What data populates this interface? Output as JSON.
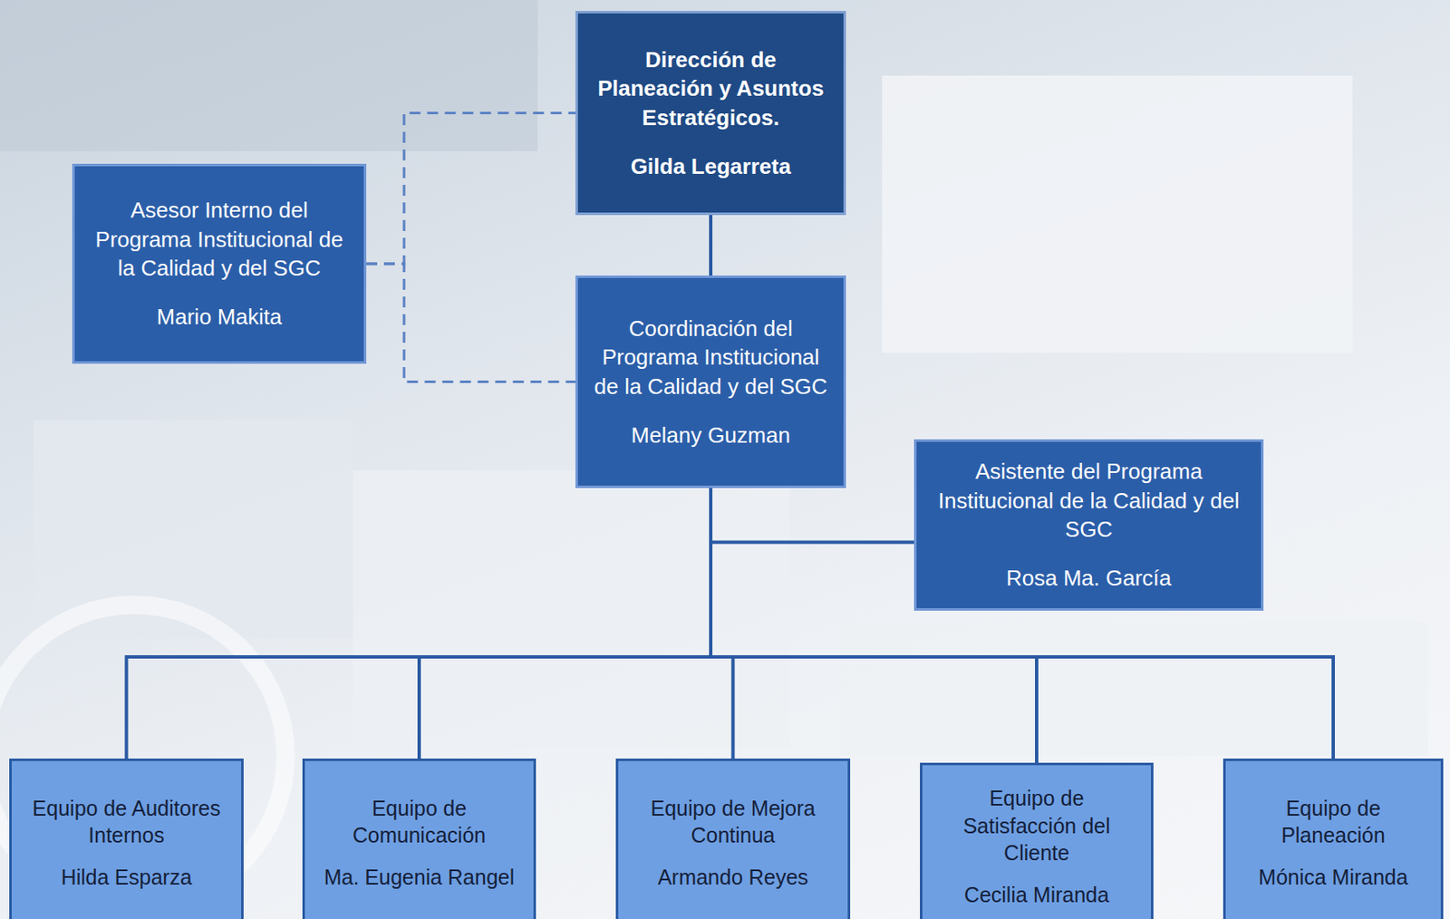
{
  "diagram": {
    "nodes": [
      {
        "text": [
          "Dirección de Planeación y Asuntos Estratégicos.",
          "Gilda Legarreta"
        ]
      },
      {
        "text": [
          "Asesor Interno del Programa Institucional de la Calidad y del SGC",
          "Mario Makita"
        ]
      },
      {
        "text": [
          "Coordinación del Programa Institucional de la Calidad y del SGC",
          "Melany Guzman"
        ]
      },
      {
        "text": [
          "Asistente del Programa Institucional de la Calidad y del SGC",
          "Rosa Ma. García"
        ]
      },
      {
        "text": [
          "Equipo de Auditores Internos",
          "Hilda Esparza"
        ]
      },
      {
        "text": [
          "Equipo de Comunicación",
          "Ma. Eugenia Rangel"
        ]
      },
      {
        "text": [
          "Equipo de Mejora Continua",
          "Armando Reyes"
        ]
      },
      {
        "text": [
          "Equipo de Satisfacción del Cliente",
          "Cecilia Miranda"
        ]
      },
      {
        "text": [
          "Equipo de Planeación",
          "Mónica Miranda"
        ]
      }
    ],
    "edges": [
      {
        "from": 0,
        "to": 2,
        "arrow": "none"
      },
      {
        "from": 1,
        "to": 0,
        "arrow": "none"
      },
      {
        "from": 1,
        "to": 2,
        "arrow": "none"
      },
      {
        "from": 2,
        "to": 3,
        "arrow": "none"
      },
      {
        "from": 2,
        "to": 4,
        "arrow": "none"
      },
      {
        "from": 2,
        "to": 5,
        "arrow": "none"
      },
      {
        "from": 2,
        "to": 6,
        "arrow": "none"
      },
      {
        "from": 2,
        "to": 7,
        "arrow": "none"
      },
      {
        "from": 2,
        "to": 8,
        "arrow": "none"
      }
    ]
  }
}
